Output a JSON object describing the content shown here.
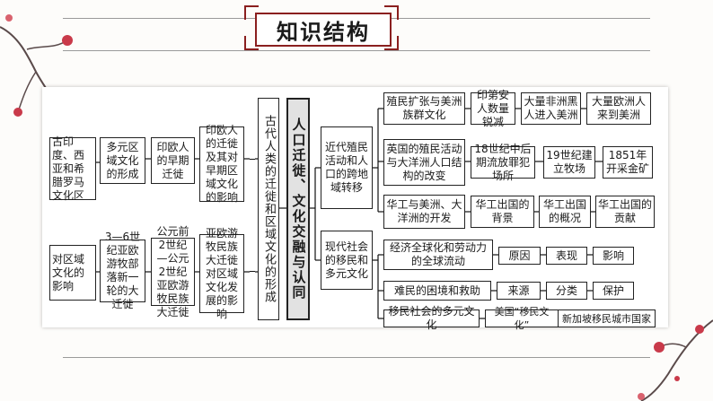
{
  "title": "知识结构",
  "nodes": {
    "ancient_regions": "古印度、西亚和希腊罗马文化区",
    "multi_region": "多元区域文化的形成",
    "indo_eu_early": "印欧人的早期迁徙",
    "indo_eu_migration": "印欧人的迁徙及其对早期区域文化的影响",
    "regional_impact": "对区域文化的影响",
    "nomad_migration": "3—6世纪亚欧游牧部落新一轮的大迁徙",
    "nomad_period": "公元前2世纪—公元2世纪亚欧游牧民族大迁徙",
    "nomad_effect": "亚欧游牧民族大迁徙对区域文化发展的影响",
    "ancient_human": "古代人类的迁徙和区域文化的形成",
    "center": "人口迁徙、文化交融与认同",
    "modern_colonial": "近代殖民活动和人口的跨地域转移",
    "modern_society": "现代社会的移民和多元文化",
    "colonial_expansion": "殖民扩张与美洲族群文化",
    "indian_decrease": "印第安人数量锐减",
    "african_entry": "大量非洲黑人进入美洲",
    "european_arrival": "大量欧洲人来到美洲",
    "british_colonial": "英国的殖民活动与大洋洲人口结构的改变",
    "prison_18c": "18世纪中后期流放罪犯场所",
    "ranch_19c": "19世纪建立牧场",
    "gold_1851": "1851年开采金矿",
    "chinese_workers": "华工与美洲、大洋洲的开发",
    "cw_background": "华工出国的背景",
    "cw_overview": "华工出国的概况",
    "cw_contribution": "华工出国的贡献",
    "globalization": "经济全球化和劳动力的全球流动",
    "cause": "原因",
    "manifestation": "表现",
    "influence": "影响",
    "refugee": "难民的困境和救助",
    "source": "来源",
    "classification": "分类",
    "protection": "保护",
    "multicultural": "移民社会的多元文化",
    "us_melting_pot": "美国“移民文化”",
    "singapore_city": "新加坡移民城市国家"
  }
}
